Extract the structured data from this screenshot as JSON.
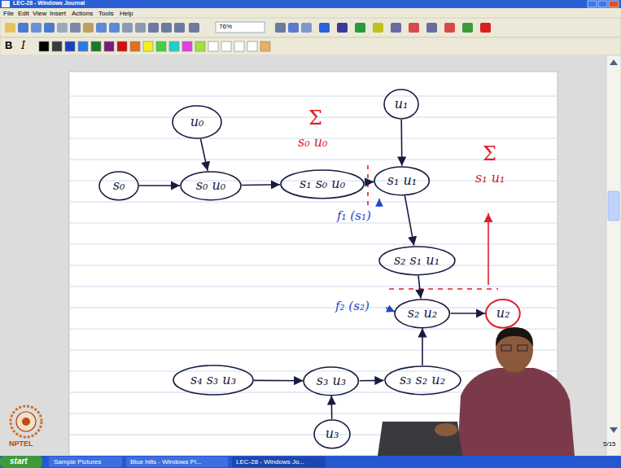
{
  "diagram": {
    "nodes": [
      {
        "text": [
          "u₀"
        ]
      },
      {
        "text": [
          "s₀"
        ]
      },
      {
        "text": [
          "s₀ u₀"
        ]
      },
      {
        "text": [
          "s₁ s₀ u₀"
        ]
      },
      {
        "text": [
          "u₁"
        ]
      },
      {
        "text": [
          "s₁ u₁"
        ]
      },
      {
        "text": [
          "s₂ s₁ u₁"
        ]
      },
      {
        "text": [
          "s₂ u₂"
        ]
      },
      {
        "text": [
          "u₂"
        ]
      },
      {
        "text": [
          "s₃ s₂ u₂"
        ]
      },
      {
        "text": [
          "s₃ u₃"
        ]
      },
      {
        "text": [
          "s₄ s₃ u₃"
        ]
      },
      {
        "text": [
          "u₃"
        ]
      }
    ],
    "edges": [
      {
        "from": 0,
        "to": 2,
        "arrow": "to"
      },
      {
        "from": 1,
        "to": 2,
        "arrow": "to"
      },
      {
        "from": 2,
        "to": 3,
        "arrow": "to"
      },
      {
        "from": 3,
        "to": 5,
        "arrow": "to"
      },
      {
        "from": 4,
        "to": 5,
        "arrow": "to"
      },
      {
        "from": 5,
        "to": 6,
        "arrow": "to"
      },
      {
        "from": 6,
        "to": 7,
        "arrow": "to"
      },
      {
        "from": 7,
        "to": 8,
        "arrow": "to"
      },
      {
        "from": 9,
        "to": 7,
        "arrow": "to"
      },
      {
        "from": 11,
        "to": 10,
        "arrow": "to"
      },
      {
        "from": 10,
        "to": 9,
        "arrow": "to"
      },
      {
        "from": 12,
        "to": 10,
        "arrow": "to"
      }
    ],
    "labels": [
      "LEC-28 - Windows Journal",
      "File",
      "Edit",
      "View",
      "Insert",
      "Actions",
      "Tools",
      "Help",
      "76%",
      "Σ",
      "s₀ u₀",
      "Σ",
      "s₁ u₁",
      "f₁ (s₁)",
      "f₂ (s₂)",
      "5/15",
      "NPTEL",
      "start",
      "Sample Pictures",
      "Blue hills - Windows Pi...",
      "LEC-28 - Windows Jo...",
      "B",
      "I"
    ]
  }
}
